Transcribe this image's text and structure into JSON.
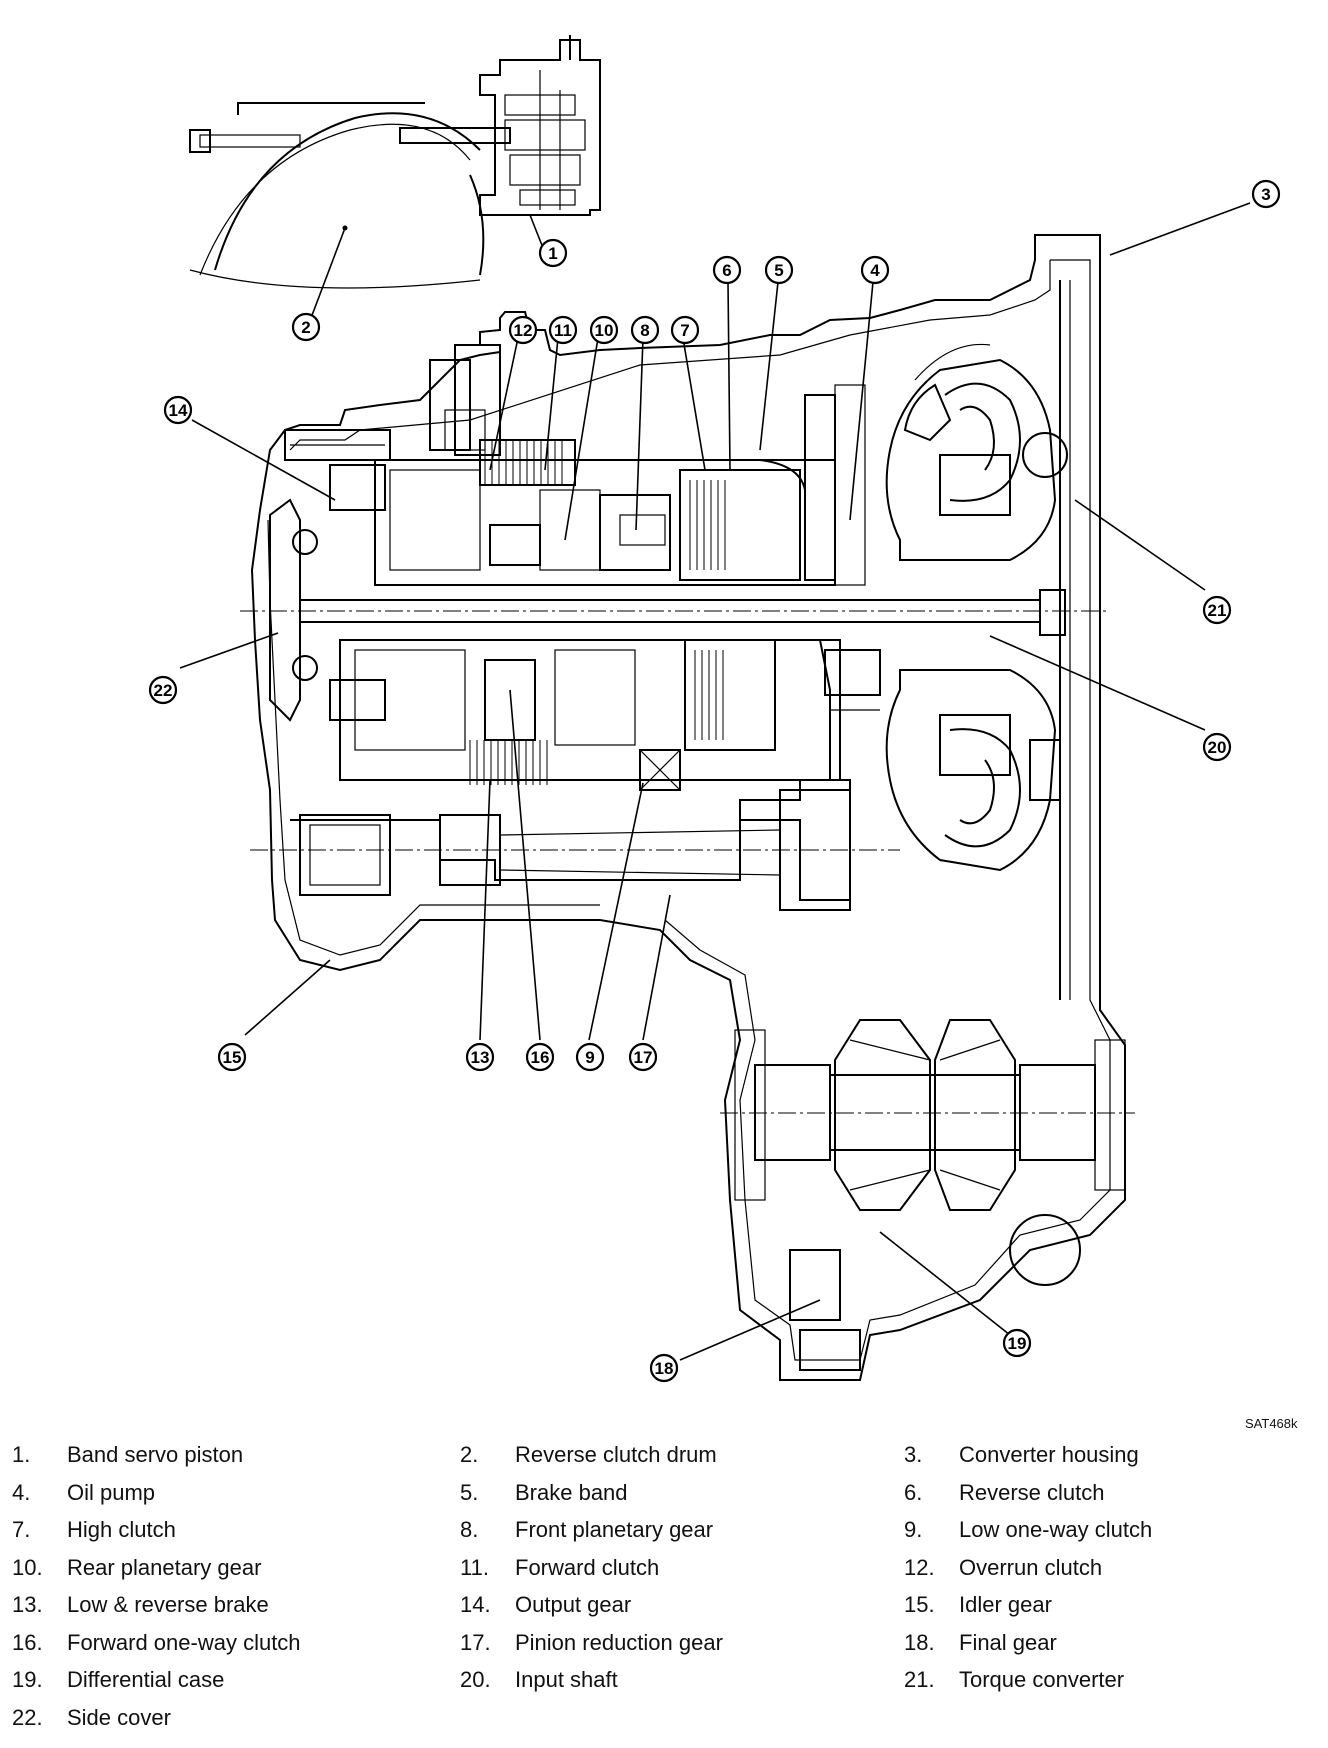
{
  "figure_code": "SAT468k",
  "callouts": {
    "c1": "1",
    "c2": "2",
    "c3": "3",
    "c4": "4",
    "c5": "5",
    "c6": "6",
    "c7": "7",
    "c8": "8",
    "c9": "9",
    "c10": "10",
    "c11": "11",
    "c12": "12",
    "c13": "13",
    "c14": "14",
    "c15": "15",
    "c16": "16",
    "c17": "17",
    "c18": "18",
    "c19": "19",
    "c20": "20",
    "c21": "21",
    "c22": "22"
  },
  "legend": [
    {
      "num": "1.",
      "label": "Band servo piston"
    },
    {
      "num": "2.",
      "label": "Reverse clutch drum"
    },
    {
      "num": "3.",
      "label": "Converter housing"
    },
    {
      "num": "4.",
      "label": "Oil pump"
    },
    {
      "num": "5.",
      "label": "Brake band"
    },
    {
      "num": "6.",
      "label": "Reverse clutch"
    },
    {
      "num": "7.",
      "label": "High clutch"
    },
    {
      "num": "8.",
      "label": "Front planetary gear"
    },
    {
      "num": "9.",
      "label": "Low one-way clutch"
    },
    {
      "num": "10.",
      "label": "Rear planetary gear"
    },
    {
      "num": "11.",
      "label": "Forward clutch"
    },
    {
      "num": "12.",
      "label": "Overrun clutch"
    },
    {
      "num": "13.",
      "label": "Low & reverse brake"
    },
    {
      "num": "14.",
      "label": "Output gear"
    },
    {
      "num": "15.",
      "label": "Idler gear"
    },
    {
      "num": "16.",
      "label": "Forward one-way clutch"
    },
    {
      "num": "17.",
      "label": "Pinion reduction gear"
    },
    {
      "num": "18.",
      "label": "Final gear"
    },
    {
      "num": "19.",
      "label": "Differential case"
    },
    {
      "num": "20.",
      "label": "Input shaft"
    },
    {
      "num": "21.",
      "label": "Torque converter"
    },
    {
      "num": "22.",
      "label": "Side cover"
    }
  ]
}
